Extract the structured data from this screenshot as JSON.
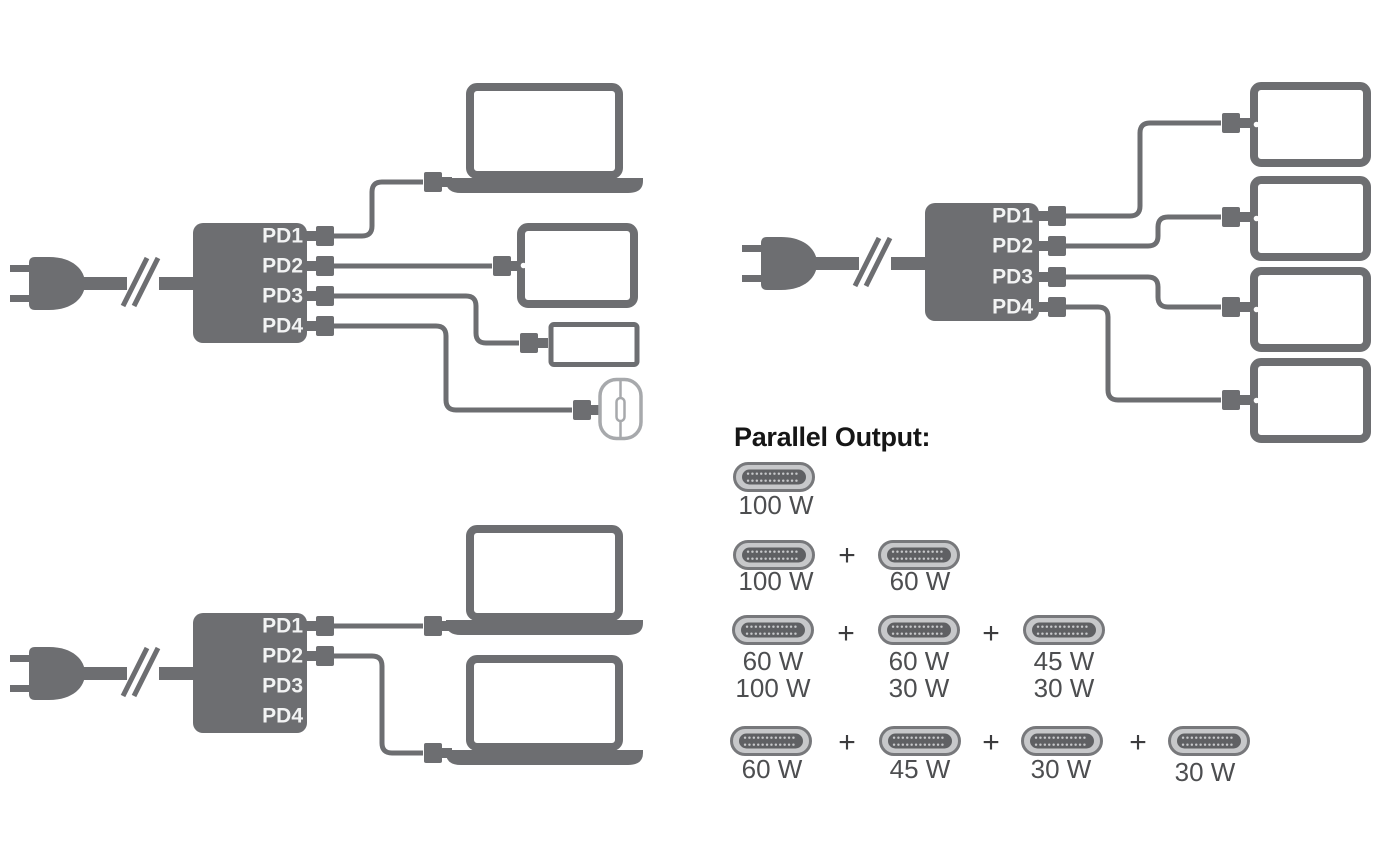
{
  "page": {
    "background": "#ffffff"
  },
  "colors": {
    "primary_gray": "#6d6e71",
    "mouse_gray": "#a7a9ac",
    "usbc_outer_fill": "#c7c8ca",
    "usbc_inner_fill": "#5f6063",
    "watt_text": "#4d4e50",
    "heading_text": "#161616",
    "port_label_text": "#f2f3f3"
  },
  "diagrams": {
    "multi_device": {
      "description": "wall plug to 4-port charger powering laptop, tablet, phone and mouse",
      "ports": [
        {
          "label": "PD1",
          "connected_device": "laptop"
        },
        {
          "label": "PD2",
          "connected_device": "tablet"
        },
        {
          "label": "PD3",
          "connected_device": "phone"
        },
        {
          "label": "PD4",
          "connected_device": "mouse"
        }
      ]
    },
    "four_tablets": {
      "description": "wall plug to 4-port charger powering four tablets",
      "ports": [
        {
          "label": "PD1",
          "connected_device": "tablet"
        },
        {
          "label": "PD2",
          "connected_device": "tablet"
        },
        {
          "label": "PD3",
          "connected_device": "tablet"
        },
        {
          "label": "PD4",
          "connected_device": "tablet"
        }
      ]
    },
    "two_laptops": {
      "description": "wall plug to 4-port charger powering two laptops",
      "ports": [
        {
          "label": "PD1",
          "connected_device": "laptop"
        },
        {
          "label": "PD2",
          "connected_device": "laptop"
        },
        {
          "label": "PD3",
          "connected_device": ""
        },
        {
          "label": "PD4",
          "connected_device": ""
        }
      ]
    }
  },
  "legend": {
    "heading": "Parallel Output:",
    "plus": "+",
    "rows": [
      {
        "ports": [
          {
            "watts": [
              "100 W"
            ]
          }
        ]
      },
      {
        "ports": [
          {
            "watts": [
              "100 W"
            ]
          },
          {
            "watts": [
              "60 W"
            ]
          }
        ]
      },
      {
        "ports": [
          {
            "watts": [
              "60 W",
              "100 W"
            ]
          },
          {
            "watts": [
              "60 W",
              "30 W"
            ]
          },
          {
            "watts": [
              "45 W",
              "30 W"
            ]
          }
        ]
      },
      {
        "ports": [
          {
            "watts": [
              "60 W"
            ]
          },
          {
            "watts": [
              "45 W"
            ]
          },
          {
            "watts": [
              "30 W"
            ]
          },
          {
            "watts": [
              "30 W"
            ]
          }
        ]
      }
    ]
  }
}
